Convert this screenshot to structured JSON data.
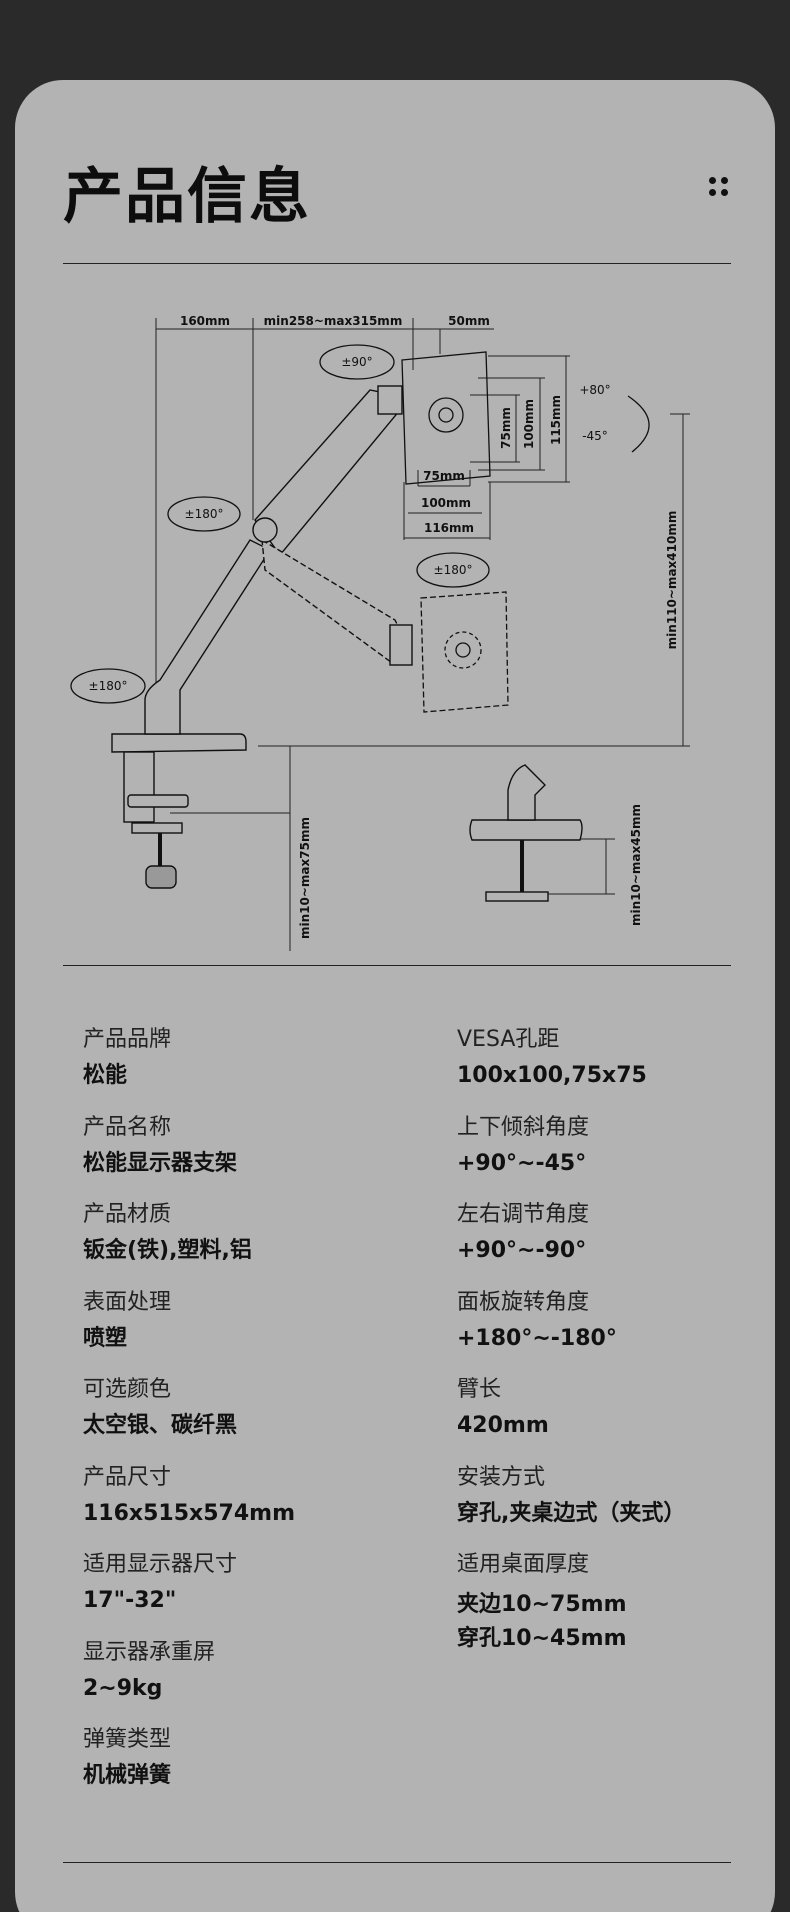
{
  "header": {
    "title": "产品信息",
    "menu_icon": "dots-grid-icon"
  },
  "diagram": {
    "dims": {
      "base_offset": "160mm",
      "arm_reach": "min258~max315mm",
      "plate_offset": "50mm",
      "vesa_v75": "75mm",
      "vesa_v100": "100mm",
      "plate_h": "115mm",
      "vesa_h75": "75mm",
      "vesa_h100": "100mm",
      "plate_w": "116mm",
      "height_range": "min110~max410mm",
      "clamp_range": "min10~max75mm",
      "grommet_range": "min10~max45mm"
    },
    "angles": {
      "swivel_top": "±90°",
      "tilt_up": "+80°",
      "tilt_down": "-45°",
      "joint_mid": "±180°",
      "rotate_plate": "±180°",
      "base": "±180°"
    }
  },
  "specs": {
    "left": [
      {
        "label": "产品品牌",
        "value": "松能"
      },
      {
        "label": "产品名称",
        "value": "松能显示器支架"
      },
      {
        "label": "产品材质",
        "value": "钣金(铁),塑料,铝"
      },
      {
        "label": "表面处理",
        "value": "喷塑"
      },
      {
        "label": "可选颜色",
        "value": "太空银、碳纤黑"
      },
      {
        "label": "产品尺寸",
        "value": "116x515x574mm"
      },
      {
        "label": "适用显示器尺寸",
        "value": "17\"-32\""
      },
      {
        "label": "显示器承重屏",
        "value": "2~9kg"
      },
      {
        "label": "弹簧类型",
        "value": "机械弹簧"
      }
    ],
    "right": [
      {
        "label": "VESA孔距",
        "value": "100x100,75x75"
      },
      {
        "label": "上下倾斜角度",
        "value": "+90°~-45°"
      },
      {
        "label": "左右调节角度",
        "value": "+90°~-90°"
      },
      {
        "label": "面板旋转角度",
        "value": "+180°~-180°"
      },
      {
        "label": "臂长",
        "value": "420mm"
      },
      {
        "label": "安装方式",
        "value": "穿孔,夹桌边式（夹式）"
      },
      {
        "label": "适用桌面厚度",
        "value": "夹边10~75mm",
        "value2": "穿孔10~45mm"
      }
    ]
  }
}
